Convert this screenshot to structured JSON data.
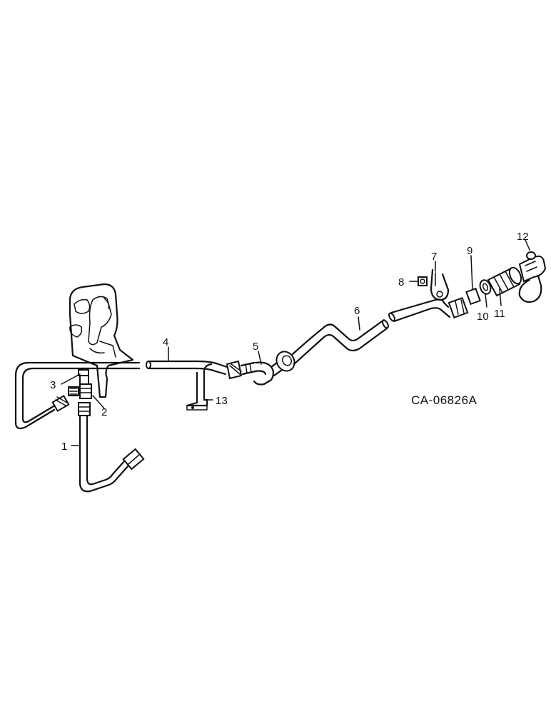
{
  "drawing_code": "CA-06826A",
  "callouts": [
    {
      "id": "1",
      "text": "1"
    },
    {
      "id": "2",
      "text": "2"
    },
    {
      "id": "3",
      "text": "3"
    },
    {
      "id": "4",
      "text": "4"
    },
    {
      "id": "5",
      "text": "5"
    },
    {
      "id": "6",
      "text": "6"
    },
    {
      "id": "7",
      "text": "7"
    },
    {
      "id": "8",
      "text": "8"
    },
    {
      "id": "9",
      "text": "9"
    },
    {
      "id": "10",
      "text": "10"
    },
    {
      "id": "11",
      "text": "11"
    },
    {
      "id": "12",
      "text": "12"
    },
    {
      "id": "13",
      "text": "13"
    }
  ]
}
